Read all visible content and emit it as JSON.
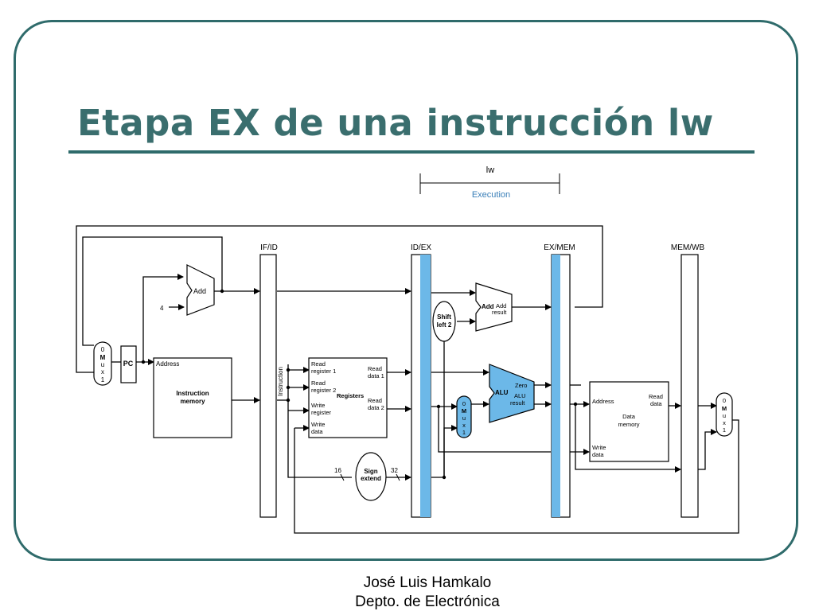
{
  "slide": {
    "title": "Etapa EX de una instrucción lw"
  },
  "footer": {
    "author": "José Luis Hamkalo",
    "department": "Depto. de Electrónica"
  },
  "diagram": {
    "stage_instruction": "lw",
    "stage_name": "Execution",
    "pipeline_registers": [
      "IF/ID",
      "ID/EX",
      "EX/MEM",
      "MEM/WB"
    ],
    "blocks": {
      "pc": "PC",
      "pc_add": "Add",
      "constant_four": "4",
      "instruction_memory": [
        "Instruction",
        "memory"
      ],
      "instruction_memory_address": "Address",
      "instruction_bus": "Instruction",
      "registers": "Registers",
      "registers_inputs": [
        "Read",
        "register 1",
        "Read",
        "register 2",
        "Write",
        "register",
        "Write",
        "data"
      ],
      "registers_outputs": [
        "Read",
        "data 1",
        "Read",
        "data 2"
      ],
      "shift": [
        "Shift",
        "left 2"
      ],
      "branch_add": "Add",
      "branch_add_result": [
        "Add",
        "result"
      ],
      "alu": "ALU",
      "alu_zero": "Zero",
      "alu_result": [
        "ALU",
        "result"
      ],
      "sign_extend": [
        "Sign",
        "extend"
      ],
      "sign_in_bits": "16",
      "sign_out_bits": "32",
      "data_memory": [
        "Data",
        "memory"
      ],
      "data_memory_address": "Address",
      "data_memory_read": [
        "Read",
        "data"
      ],
      "data_memory_write": [
        "Write",
        "data"
      ],
      "mux_labels": [
        "0",
        "M",
        "u",
        "x",
        "1"
      ]
    },
    "colors": {
      "active": "#6cb8e8",
      "title": "#3a6e6e",
      "frame": "#2f6b6b",
      "execution_label": "#3a7fb8"
    }
  }
}
